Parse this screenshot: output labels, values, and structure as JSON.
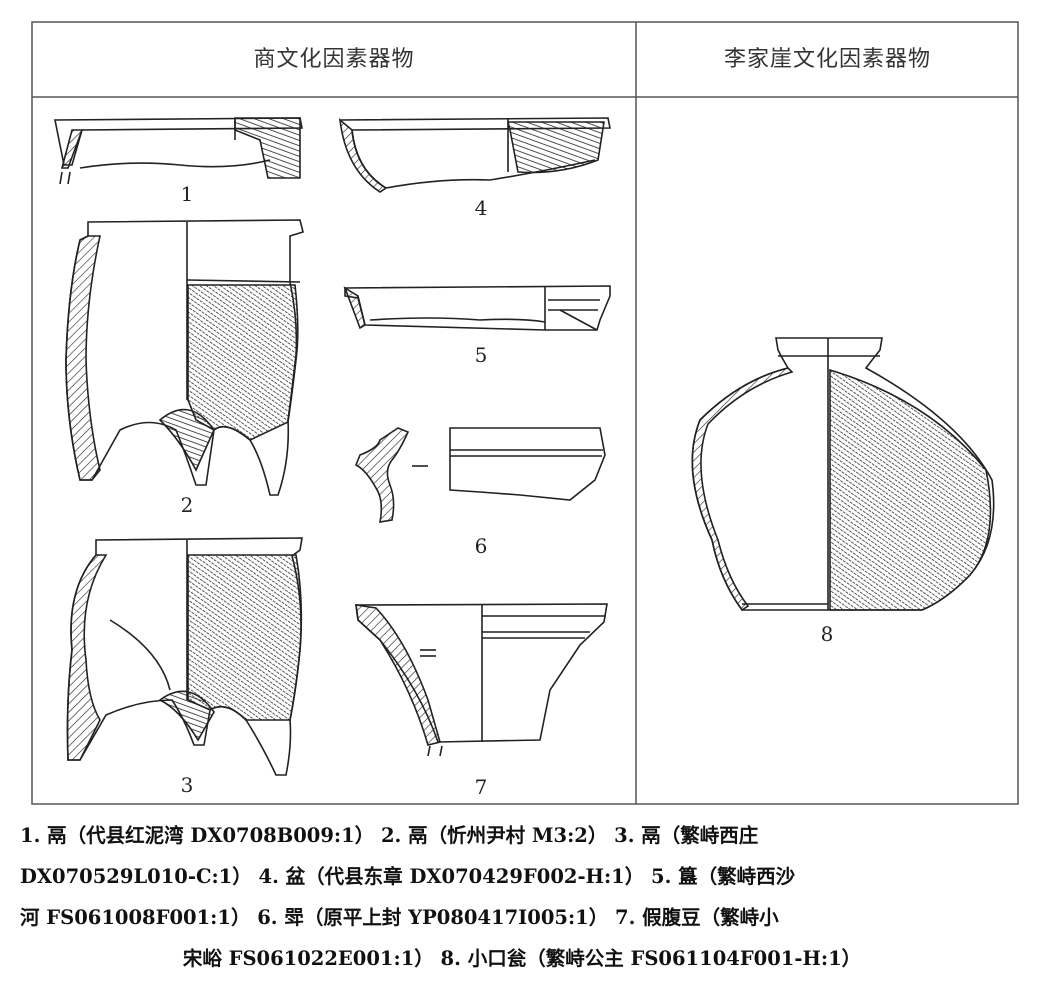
{
  "headers": {
    "left": "商文化因素器物",
    "right": "李家崖文化因素器物"
  },
  "figure_numbers": [
    "1",
    "2",
    "3",
    "4",
    "5",
    "6",
    "7",
    "8"
  ],
  "caption": {
    "line1": "1. 鬲（代县红泥湾 DX0708B009:1）  2. 鬲（忻州尹村 M3:2）  3. 鬲（繁峙西庄",
    "line2": "DX070529L010-C:1）  4. 盆（代县东章 DX070429F002-H:1）  5. 簋（繁峙西沙",
    "line3": "河 FS061008F001:1）  6. 斝（原平上封 YP080417I005:1）  7. 假腹豆（繁峙小",
    "line4": "宋峪 FS061022E001:1）  8. 小口瓮（繁峙公主 FS061104F001-H:1）"
  }
}
